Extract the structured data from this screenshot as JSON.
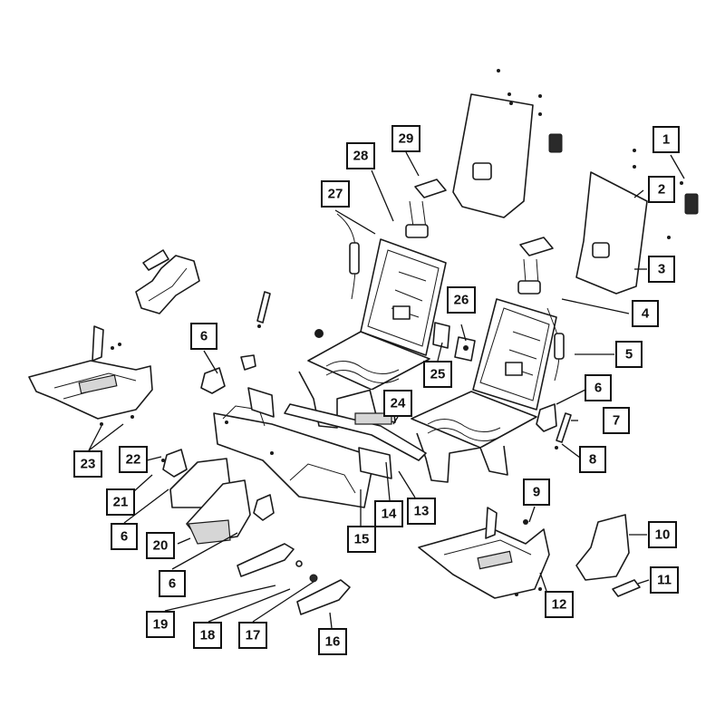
{
  "callouts": [
    "1",
    "2",
    "3",
    "4",
    "5",
    "6",
    "7",
    "8",
    "9",
    "10",
    "11",
    "12",
    "13",
    "14",
    "15",
    "16",
    "17",
    "18",
    "19",
    "20",
    "21",
    "22",
    "23",
    "24",
    "25",
    "26",
    "27",
    "28",
    "29"
  ],
  "callout_6_count": 4
}
